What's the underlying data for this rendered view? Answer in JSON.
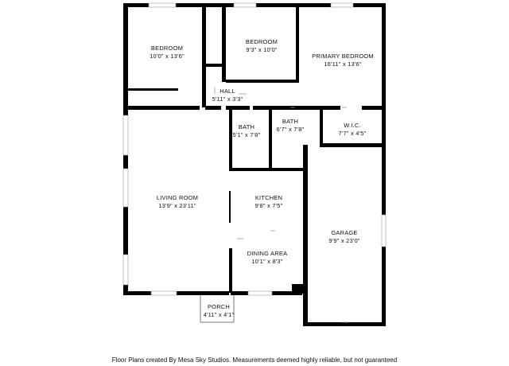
{
  "rooms": {
    "bedroom_1": {
      "name": "BEDROOM",
      "dims": "10'0\" x 13'6\""
    },
    "bedroom_2": {
      "name": "BEDROOM",
      "dims": "9'3\" x 10'0\""
    },
    "primary_bedroom": {
      "name": "PRIMARY BEDROOM",
      "dims": "16'11\" x 13'6\""
    },
    "hall": {
      "name": "HALL",
      "dims": "5'11\" x 3'3\""
    },
    "bath_1": {
      "name": "BATH",
      "dims": "5'1\" x 7'8\""
    },
    "bath_2": {
      "name": "BATH",
      "dims": "6'7\" x 7'8\""
    },
    "wic": {
      "name": "W.I.C.",
      "dims": "7'7\" x 4'5\""
    },
    "living_room": {
      "name": "LIVING ROOM",
      "dims": "13'9\" x 23'11\""
    },
    "kitchen": {
      "name": "KITCHEN",
      "dims": "9'8\" x 7'5\""
    },
    "garage": {
      "name": "GARAGE",
      "dims": "9'9\" x 23'0\""
    },
    "dining_area": {
      "name": "DINING AREA",
      "dims": "10'1\" x 8'3\""
    },
    "porch": {
      "name": "PORCH",
      "dims": "4'11\" x 4'1\""
    }
  },
  "footer": "Floor Plans created By Mesa Sky Studios. Measurements deemed highly reliable, but not guaranteed"
}
